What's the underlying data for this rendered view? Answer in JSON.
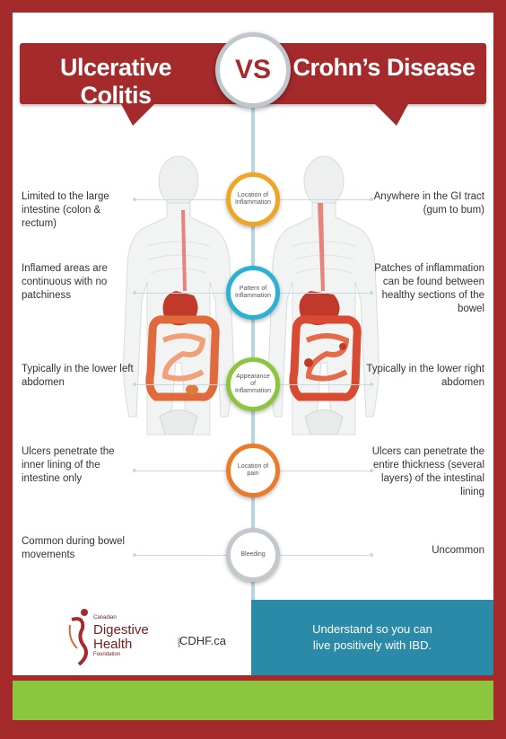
{
  "header": {
    "left_title": "Ulcerative Colitis",
    "vs": "VS",
    "right_title": "Crohn’s Disease"
  },
  "rows": [
    {
      "category": "Location of Inflammation",
      "left": "Limited to the large intestine (colon & rectum)",
      "right": "Anywhere in the GI tract (gum to bum)",
      "color": "#f1a525"
    },
    {
      "category": "Pattern of Inflammation",
      "left": "Inflamed areas are continuous with no patchiness",
      "right": "Patches of inflammation can be found between healthy sections of the bowel",
      "color": "#2bb1d1"
    },
    {
      "category": "Appearance of Inflammation",
      "left": "Typically in the lower left abdomen",
      "right": "Typically in the lower right abdomen",
      "color": "#8cc63f"
    },
    {
      "category": "Location of pain",
      "left": "Ulcers penetrate the inner lining of the intestine only",
      "right": "Ulcers can penetrate the entire thickness (several layers) of the intestinal lining",
      "color": "#ec7a2b"
    },
    {
      "category": "Bleeding",
      "left": "Common during bowel movements",
      "right": "Uncommon",
      "color": "#c3c8cc"
    }
  ],
  "footer": {
    "logo_canadian": "Canadian",
    "logo_digestive": "Digestive",
    "logo_health": "Health",
    "logo_foundation": "Foundation",
    "logo_www": "www.",
    "site": "CDHF.ca",
    "tagline_line1": "Understand so you can",
    "tagline_line2": "live positively with IBD."
  },
  "colors": {
    "brand_red": "#a42a2c",
    "footer_blue": "#2b8aa8",
    "band_green": "#8cc63f"
  }
}
